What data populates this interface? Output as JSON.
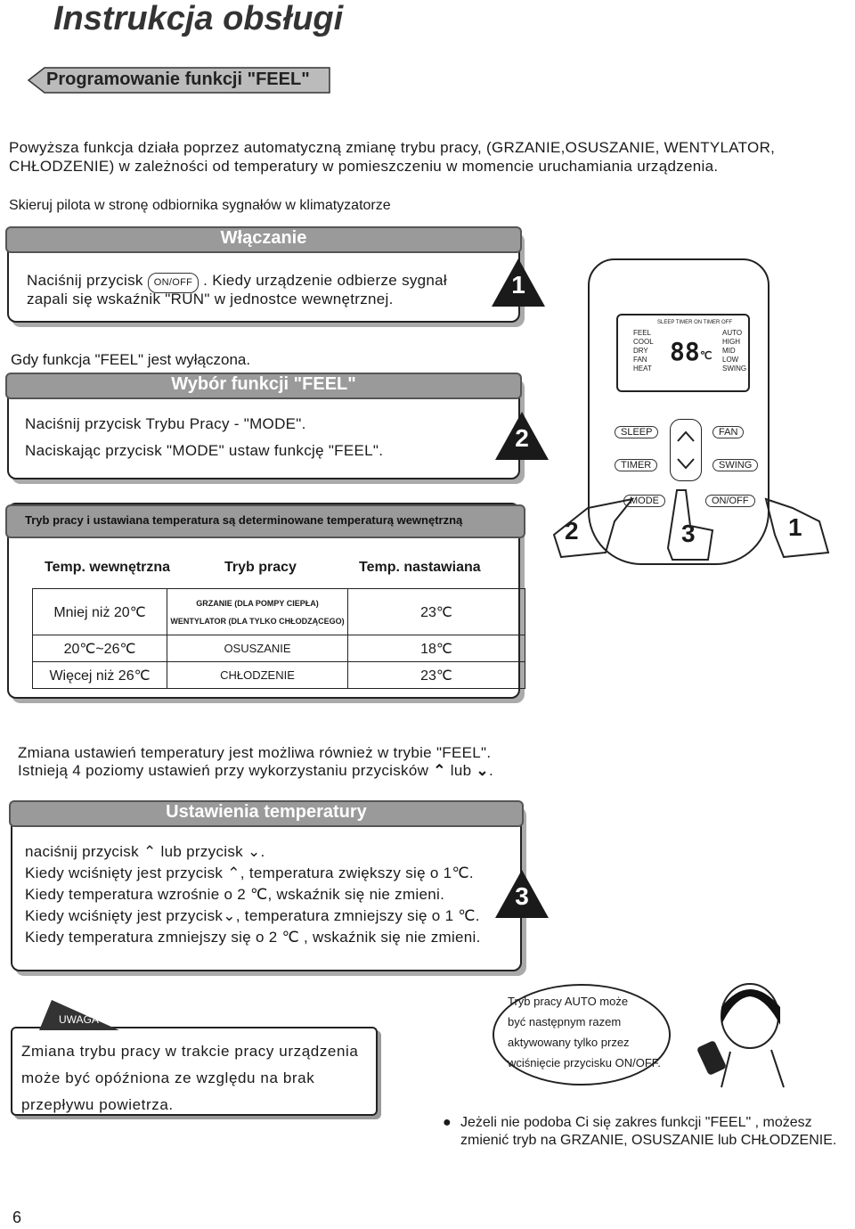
{
  "title": "Instrukcja obsługi",
  "section_tag": "Programowanie funkcji \"FEEL\"",
  "intro": "Powyższa funkcja działa poprzez automatyczną zmianę trybu pracy, (GRZANIE,OSUSZANIE, WENTYLATOR, CHŁODZENIE) w zależności od temperatury w pomieszczeniu w momencie uruchamiania urządzenia.",
  "aim_remote": "Skieruj pilota w stronę odbiornika sygnałów w klimatyzatorze",
  "step1": {
    "bar": "Włączanie",
    "text_a": "Naciśnij przycisk",
    "button": "ON/OFF",
    "text_b": ". Kiedy urządzenie odbierze sygnał",
    "text_c": "zapali się wskaźnik \"RUN\" w jednostce wewnętrznej.",
    "number": "1"
  },
  "feel_off": "Gdy funkcja \"FEEL\" jest wyłączona.",
  "step2": {
    "bar": "Wybór funkcji \"FEEL\"",
    "line1": "Naciśnij przycisk Trybu Pracy - \"MODE\".",
    "line2": "Naciskając przycisk \"MODE\" ustaw funkcję \"FEEL\".",
    "number": "2"
  },
  "table": {
    "caption": "Tryb pracy i ustawiana temperatura są determinowane temperaturą wewnętrzną",
    "headers": [
      "Temp. wewnętrzna",
      "Tryb pracy",
      "Temp. nastawiana"
    ],
    "rows": [
      {
        "inside": "Mniej niż 20℃",
        "mode_a": "GRZANIE (DLA POMPY CIEPŁA)",
        "mode_b": "WENTYLATOR (DLA TYLKO CHŁODZĄCEGO)",
        "set": "23℃"
      },
      {
        "inside": "20℃~26℃",
        "mode_a": "OSUSZANIE",
        "set": "18℃"
      },
      {
        "inside": "Więcej niż 26℃",
        "mode_a": "CHŁODZENIE",
        "set": "23℃"
      }
    ]
  },
  "remote": {
    "top_labels": "SLEEP  TIMER ON  TIMER OFF",
    "left_modes": [
      "FEEL",
      "COOL",
      "DRY",
      "FAN",
      "HEAT"
    ],
    "right_speeds": [
      "AUTO",
      "HIGH",
      "MID",
      "LOW",
      "SWING"
    ],
    "display": "88",
    "unit": "℃",
    "buttons": {
      "sleep": "SLEEP",
      "fan": "FAN",
      "timer": "TIMER",
      "swing": "SWING",
      "mode": "MODE",
      "onoff": "ON/OFF"
    },
    "hands": [
      "2",
      "3",
      "1"
    ]
  },
  "change_note_1": "Zmiana ustawień temperatury jest możliwa również w trybie \"FEEL\".",
  "change_note_2a": "Istnieją 4 poziomy ustawień przy wykorzystaniu przycisków",
  "change_note_2b": "lub",
  "step3": {
    "bar": "Ustawienia temperatury",
    "l1a": "naciśnij przycisk",
    "l1b": "lub przycisk",
    "l2a": "Kiedy wciśnięty jest przycisk",
    "l2b": ", temperatura zwiększy się o 1℃.",
    "l3": "Kiedy temperatura wzrośnie o 2 ℃, wskaźnik się nie zmieni.",
    "l4a": "Kiedy wciśnięty jest przycisk",
    "l4b": ", temperatura zmniejszy się o 1 ℃.",
    "l5": "Kiedy temperatura zmniejszy się o 2 ℃ , wskaźnik się nie zmieni.",
    "number": "3"
  },
  "warning": {
    "tag": "UWAGA",
    "l1": "Zmiana trybu pracy w trakcie pracy urządzenia",
    "l2": "może być opóźniona ze względu na brak",
    "l3": "przepływu powietrza."
  },
  "bubble": {
    "l1": "Tryb pracy AUTO może",
    "l2": "być następnym razem",
    "l3": "aktywowany tylko przez",
    "l4": "wciśnięcie przycisku ON/OFF."
  },
  "bullet_1": "Jeżeli nie podoba Ci się zakres funkcji \"FEEL\" , możesz",
  "bullet_2": "zmienić tryb na GRZANIE, OSUSZANIE lub CHŁODZENIE.",
  "page_number": "6"
}
